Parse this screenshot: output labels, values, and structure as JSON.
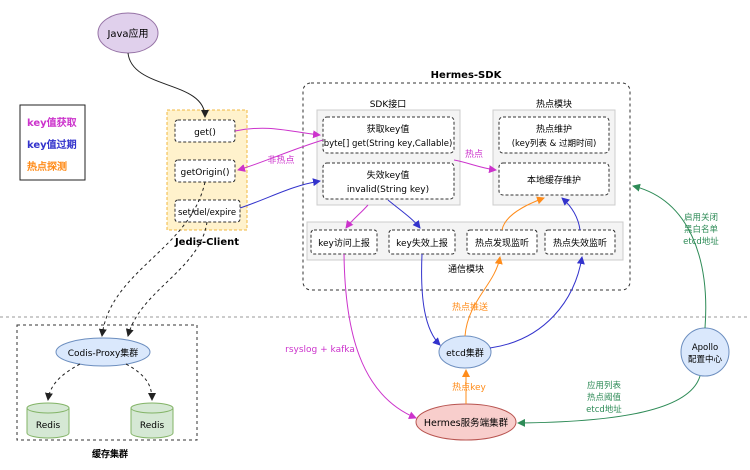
{
  "colors": {
    "purple": "#cc33cc",
    "blue": "#3333cc",
    "orange": "#ff8c1a",
    "green": "#2e8b57",
    "lavender_fill": "#e0d0ec",
    "light_blue_fill": "#dae8fc",
    "light_green_fill": "#d5e8d4",
    "pink_fill": "#f8cecc",
    "yellow_fill": "#fff2cc"
  },
  "legend": {
    "key_get": "key值获取",
    "key_expire": "key值过期",
    "hot_detect": "热点探测"
  },
  "java_app": "Java应用",
  "jedis_client": {
    "title": "Jedis-Client",
    "get": "get()",
    "get_origin": "getOrigin()",
    "set_del_expire": "set/del/expire"
  },
  "hermes_sdk": {
    "title": "Hermes-SDK",
    "sdk_interface": {
      "title": "SDK接口",
      "get_key_line1": "获取key值",
      "get_key_line2": "byte[] get(String key,Callable)",
      "invalid_line1": "失效key值",
      "invalid_line2": "invalid(String key)"
    },
    "hot_module": {
      "title": "热点模块",
      "maintain_line1": "热点维护",
      "maintain_line2": "(key列表 & 过期时间)",
      "local_cache": "本地缓存维护"
    },
    "comm_module": {
      "title": "通信模块",
      "key_access_report": "key访问上报",
      "key_expire_report": "key失效上报",
      "hot_discover_listen": "热点发现监听",
      "hot_expire_listen": "热点失效监听"
    }
  },
  "edge_labels": {
    "non_hot": "非热点",
    "hot": "热点",
    "hot_push": "热点推送",
    "rsyslog": "rsyslog + kafka",
    "hot_key": "热点key",
    "apollo_to_sdk": [
      "启用关闭",
      "黑白名单",
      "etcd地址"
    ],
    "apollo_to_hermes": [
      "应用列表",
      "热点阈值",
      "etcd地址"
    ]
  },
  "codis_proxy": "Codis-Proxy集群",
  "redis_1": "Redis",
  "redis_2": "Redis",
  "cache_cluster": "缓存集群",
  "etcd": "etcd集群",
  "hermes_server": "Hermes服务端集群",
  "apollo": [
    "Apollo",
    "配置中心"
  ]
}
